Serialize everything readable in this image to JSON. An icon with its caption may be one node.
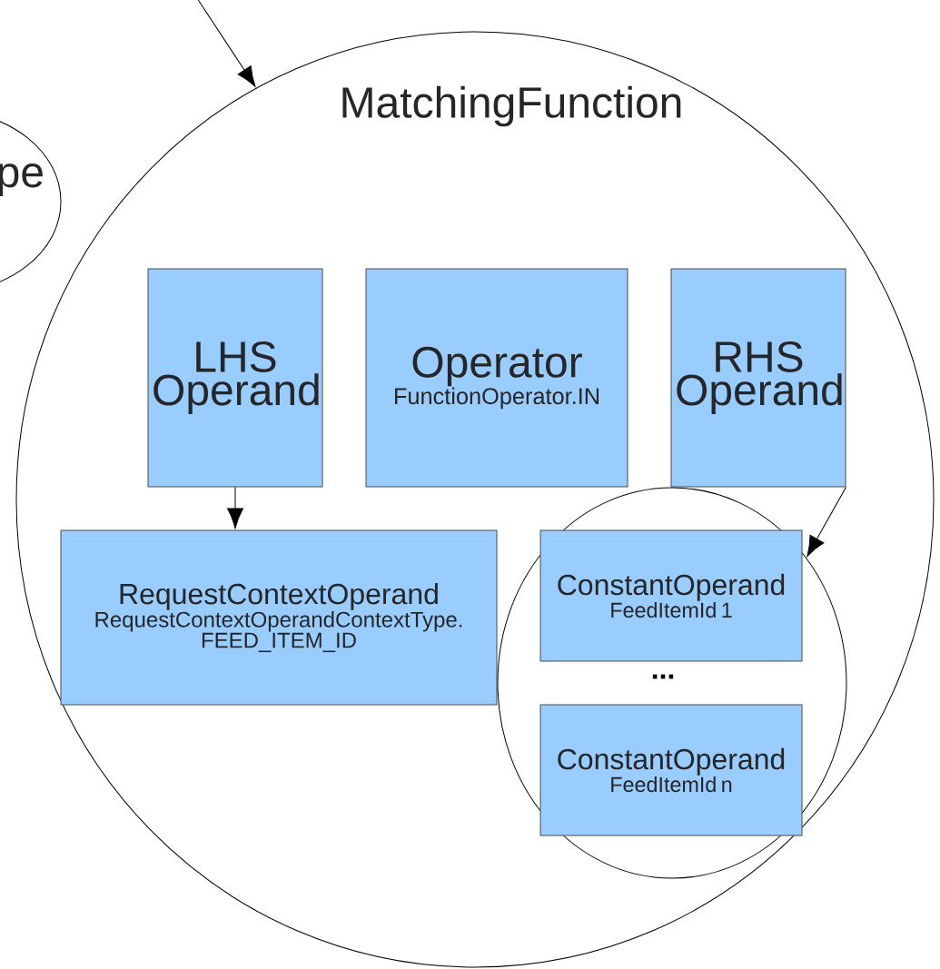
{
  "diagram": {
    "nodes": [
      {
        "text": [
          "MatchingFunction"
        ]
      },
      {
        "text": [
          "pe"
        ]
      },
      {
        "text": [
          "LHS Operand"
        ],
        "in": 0
      },
      {
        "text": [
          "Operator",
          "FunctionOperator.IN"
        ],
        "in": 0
      },
      {
        "text": [
          "RHS Operand"
        ],
        "in": 0
      },
      {
        "text": [
          "RequestContextOperand",
          "RequestContextOperandContextType. FEED_ITEM_ID"
        ],
        "in": 0
      },
      {
        "text": [],
        "shape": "circle",
        "in": 0
      },
      {
        "text": [
          "ConstantOperand",
          "FeedItemId 1"
        ],
        "in": 6
      },
      {
        "text": [
          "ConstantOperand",
          "FeedItemId n"
        ],
        "in": 6
      }
    ],
    "edges": [
      {
        "from": null,
        "to": 0,
        "arrow": "to"
      },
      {
        "from": 2,
        "to": 5,
        "arrow": "to"
      },
      {
        "from": 4,
        "to": 6,
        "arrow": "to"
      }
    ],
    "labels": [
      "..."
    ]
  }
}
